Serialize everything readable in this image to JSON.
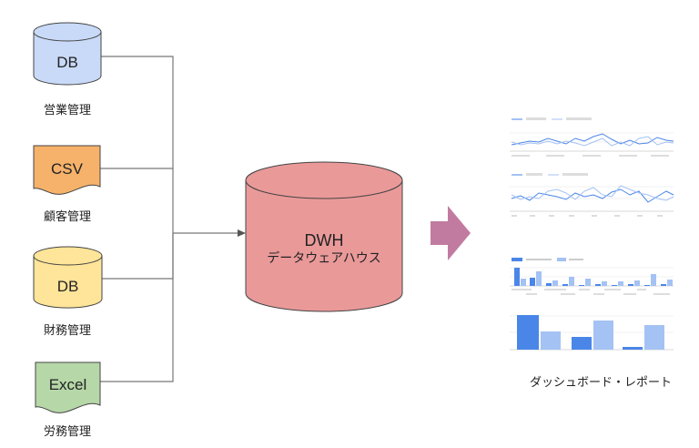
{
  "sources": [
    {
      "id": "db-sales",
      "shape": "database",
      "label": "DB",
      "caption": "営業管理",
      "fill": "#c9daf8"
    },
    {
      "id": "csv-customer",
      "shape": "document",
      "label": "CSV",
      "caption": "顧客管理",
      "fill": "#f6b26b"
    },
    {
      "id": "db-finance",
      "shape": "database",
      "label": "DB",
      "caption": "財務管理",
      "fill": "#ffe599"
    },
    {
      "id": "excel-labor",
      "shape": "document",
      "label": "Excel",
      "caption": "労務管理",
      "fill": "#b6d7a8"
    }
  ],
  "dwh": {
    "title": "DWH",
    "subtitle": "データウェアハウス",
    "fill": "#ea9999"
  },
  "arrow": {
    "fill": "#c27ba0"
  },
  "output": {
    "caption": "ダッシュボード・レポート"
  },
  "colors": {
    "line": "#777777",
    "chart_blue": "#4a86e8",
    "chart_lightblue": "#a4c2f4"
  }
}
